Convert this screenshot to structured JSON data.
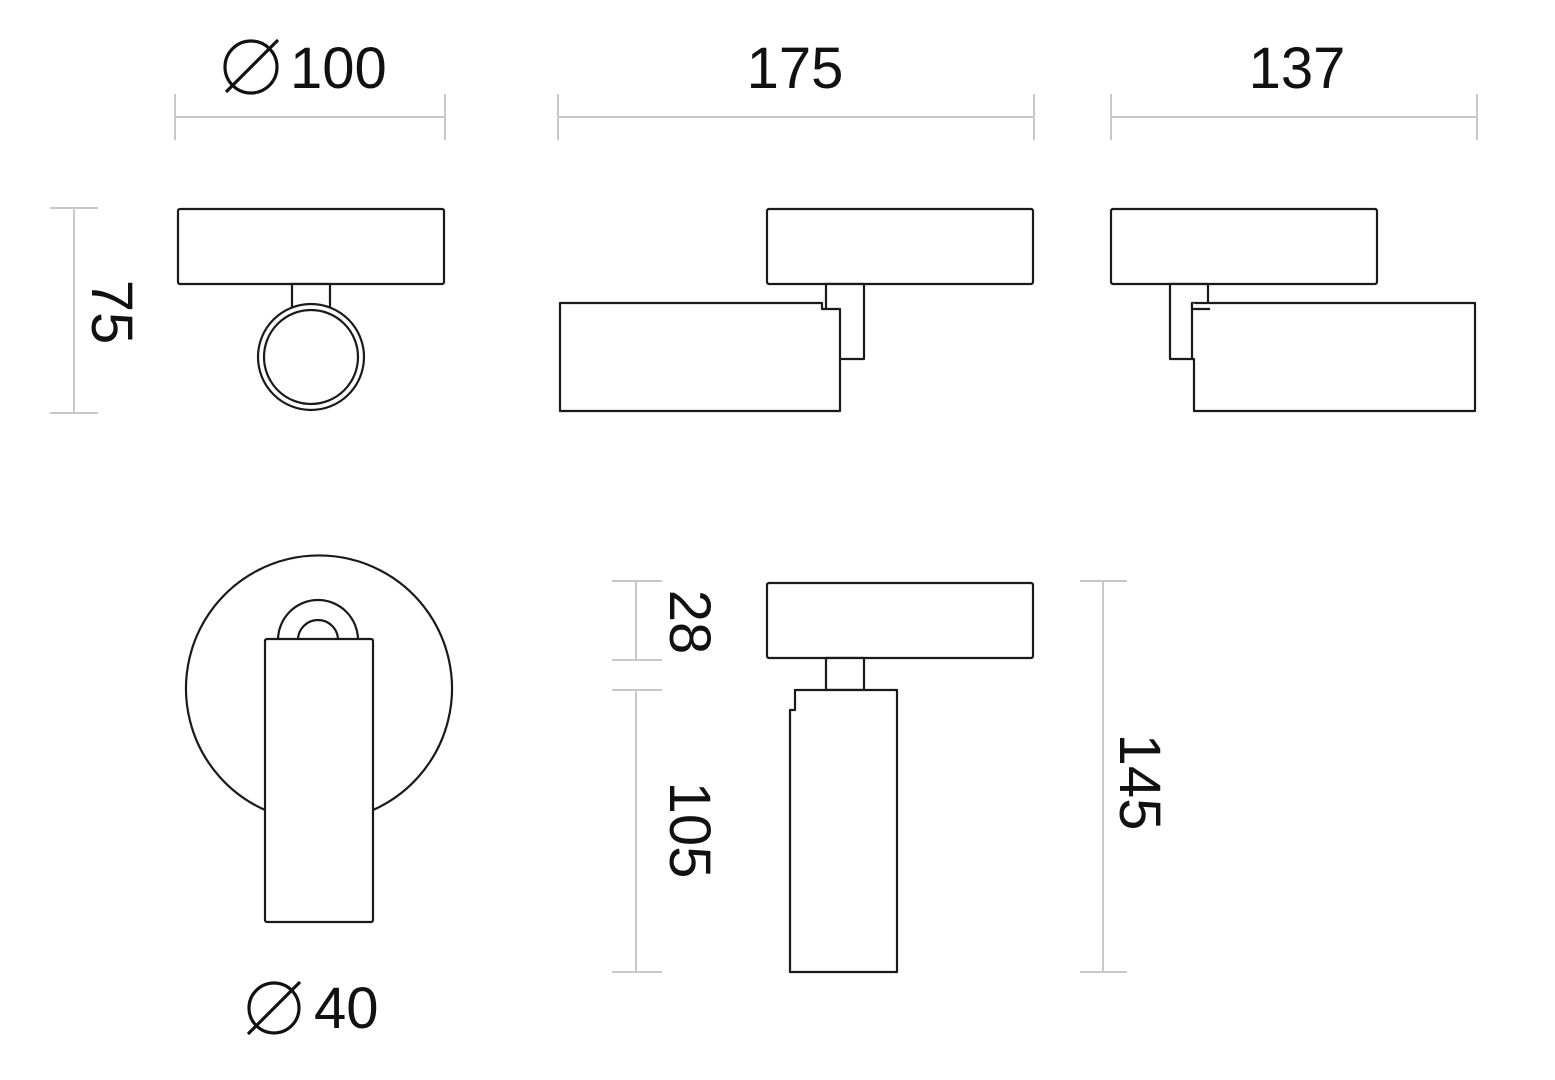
{
  "drawing": {
    "line_color": "#1a1a1a",
    "dimension_line_color": "#c8c8c8",
    "dimensions": {
      "top_diameter": {
        "symbol": "diameter-icon",
        "value": "100"
      },
      "side_width": {
        "value": "175"
      },
      "back_width": {
        "value": "137"
      },
      "overall_height_top_row": {
        "value": "75"
      },
      "base_height": {
        "value": "28"
      },
      "body_length": {
        "value": "105"
      },
      "overall_height": {
        "value": "145"
      },
      "body_diameter": {
        "symbol": "diameter-icon",
        "value": "40"
      }
    }
  }
}
